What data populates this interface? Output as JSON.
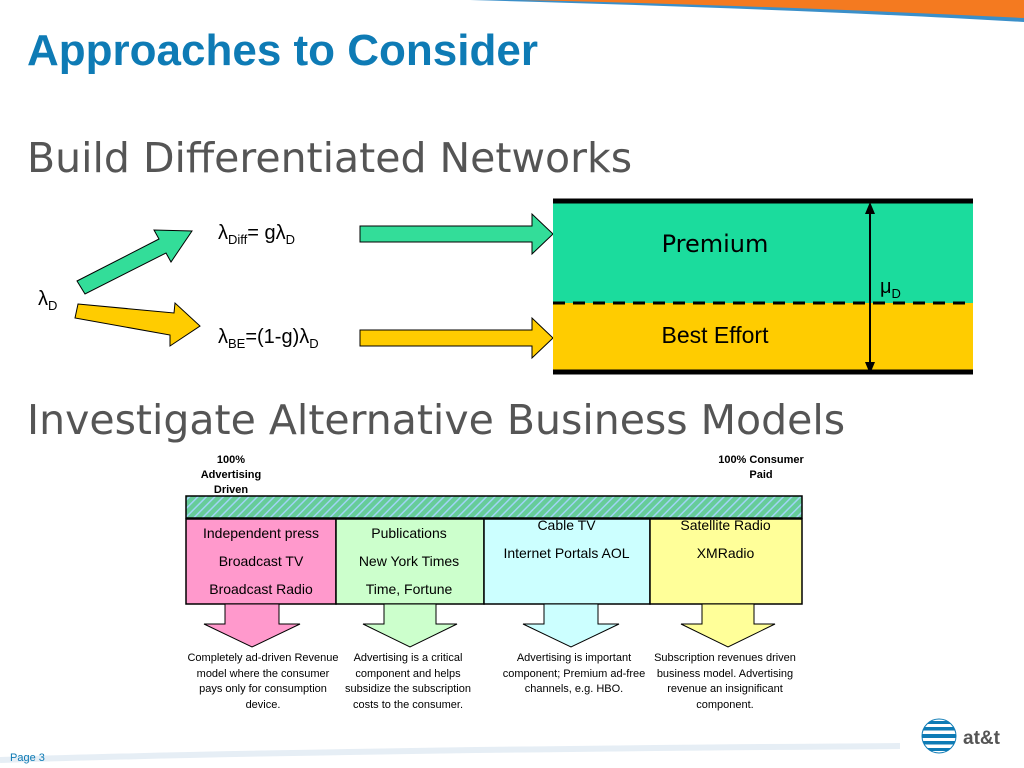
{
  "slide": {
    "title": "Approaches to Consider",
    "subheading_1": "Build Differentiated Networks",
    "subheading_2": "Investigate Alternative Business Models",
    "page_number": "Page 3"
  },
  "network_diagram": {
    "input_symbol": "λ",
    "input_sub": "D",
    "diff_formula": {
      "symbol": "λ",
      "sub": "Diff",
      "mid": "= gλ",
      "sub2": "D"
    },
    "be_formula": {
      "symbol": "λ",
      "sub": "BE",
      "mid": "=(1-g)λ",
      "sub2": "D"
    },
    "capacity": {
      "symbol": "μ",
      "sub": "D"
    },
    "bands": {
      "premium": "Premium",
      "best_effort": "Best Effort"
    },
    "colors": {
      "premium": "#1bdc9d",
      "best_effort": "#ffcc00",
      "upper_arrow": "#33dd99",
      "lower_arrow": "#ffcc00"
    }
  },
  "business_models": {
    "left_end": "100% Advertising Driven",
    "right_end": "100% Consumer Paid",
    "categories": [
      {
        "lines": [
          "Independent press",
          "Broadcast TV",
          "Broadcast Radio"
        ],
        "color": "#ff99cc",
        "description": "Completely ad-driven Revenue model where the consumer pays only for consumption device."
      },
      {
        "lines": [
          "Publications",
          "New York Times",
          "Time, Fortune"
        ],
        "color": "#ccffcc",
        "description": "Advertising is a critical component and helps subsidize the subscription costs to the consumer."
      },
      {
        "lines": [
          "Cable TV",
          "Internet Portals AOL"
        ],
        "color": "#ccffff",
        "description": "Advertising is important component; Premium ad-free channels, e.g. HBO."
      },
      {
        "lines": [
          "Satellite Radio",
          "XMRadio"
        ],
        "color": "#ffff99",
        "description": "Subscription revenues driven business model. Advertising revenue an insignificant component."
      }
    ]
  },
  "brand": {
    "logo": "at&t",
    "accent": "#0e7bb5",
    "swoosh": "#f47a20"
  }
}
